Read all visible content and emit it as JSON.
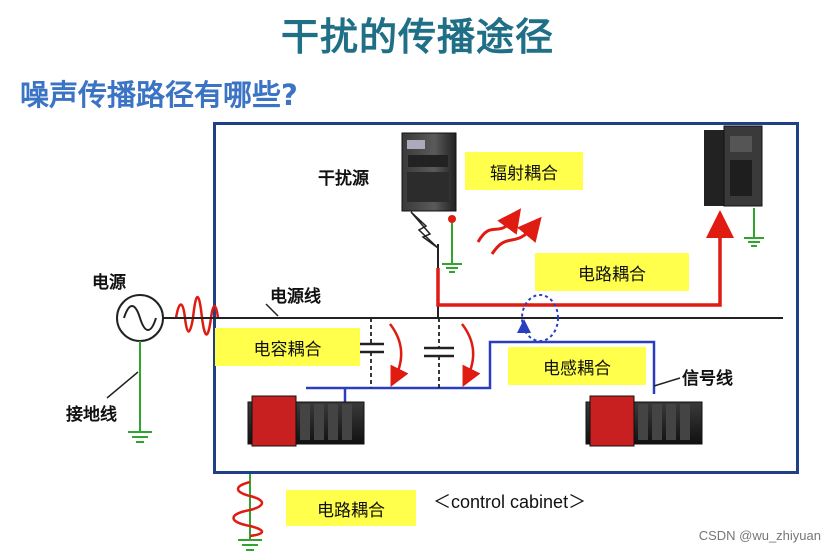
{
  "title": "干扰的传播途径",
  "question": "噪声传播路径有哪些?",
  "labels": {
    "noise_source": "干扰源",
    "power_source": "电源",
    "power_line": "电源线",
    "ground_line": "接地线",
    "signal_line": "信号线"
  },
  "tags": {
    "radiation": "辐射耦合",
    "circuit_top": "电路耦合",
    "capacitive": "电容耦合",
    "inductive": "电感耦合",
    "circuit_bottom": "电路耦合"
  },
  "cabinet_caption": "＜control cabinet＞",
  "watermark": "CSDN @wu_zhiyuan",
  "colors": {
    "title": "#1f6f86",
    "question": "#3b74c4",
    "cabinet_border": "#1f3f86",
    "tag_background": "#ffff4c",
    "noise_path": "#e01b12",
    "signal_line": "#2a3fc0",
    "ground": "#2fa52f"
  }
}
